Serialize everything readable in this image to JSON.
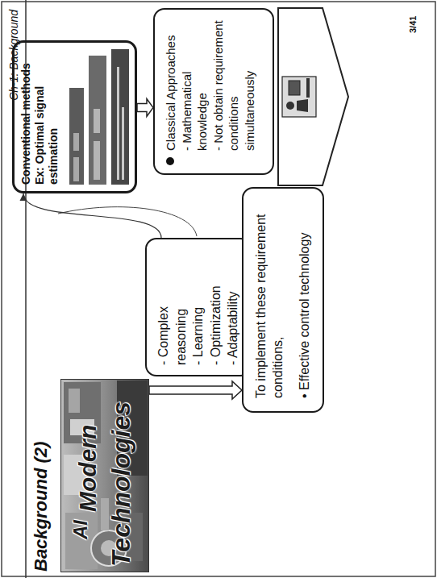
{
  "diagram": {
    "title": "Background (2)",
    "nodes": [
      {
        "text": [
          "AI",
          "Modern",
          "Technologies"
        ]
      },
      {
        "text": [
          "- Complex reasoning",
          "- Learning",
          "- Optimization",
          "- Adaptability"
        ]
      },
      {
        "text": [
          "Conventional methods",
          "Ex: Optimal signal estimation"
        ]
      },
      {
        "text": [
          "To implement these requirement conditions,",
          "• Effective control technology"
        ]
      },
      {
        "text": [
          "Classical Approaches",
          "- Mathematical knowledge",
          "- Not obtain requirement conditions simultaneously"
        ]
      }
    ],
    "edges": [
      {
        "from": 0,
        "to": 3,
        "arrow": "to"
      },
      {
        "from": 3,
        "to": 1,
        "arrow": "to"
      },
      {
        "from": 1,
        "to": 2,
        "arrow": "to"
      },
      {
        "from": 2,
        "to": 4,
        "arrow": "to"
      }
    ],
    "labels": [
      "Ch-1: Background",
      "3/41"
    ]
  }
}
